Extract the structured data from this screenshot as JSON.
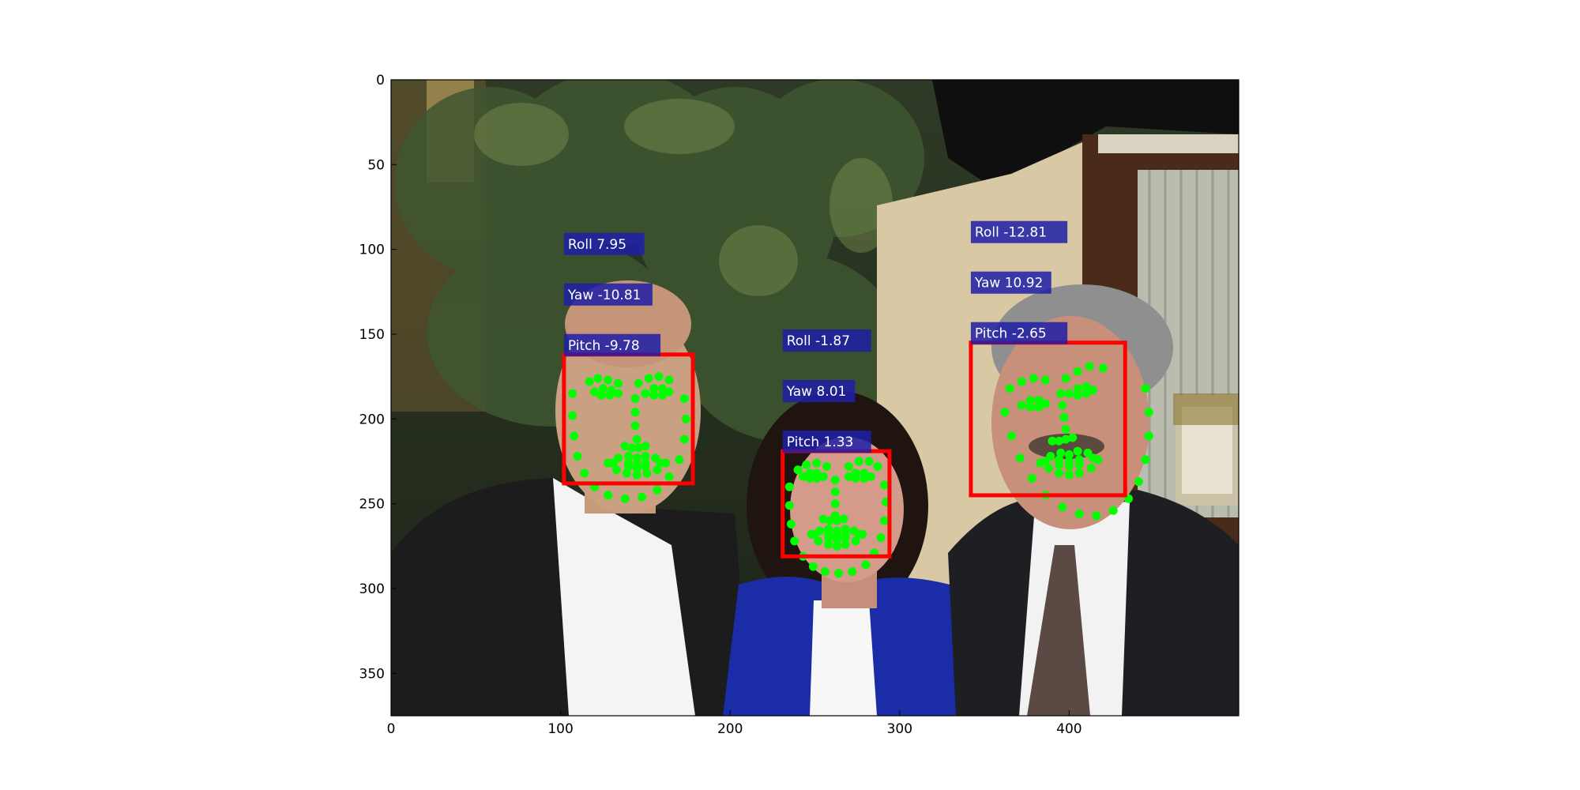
{
  "chart_data": {
    "type": "scatter",
    "title": "",
    "xlabel": "",
    "ylabel": "",
    "xlim": [
      0,
      500
    ],
    "ylim": [
      375,
      0
    ],
    "y_axis_inverted": true,
    "grid": false,
    "xticks": [
      "0",
      "100",
      "200",
      "300",
      "400"
    ],
    "yticks": [
      "0",
      "50",
      "100",
      "150",
      "200",
      "250",
      "300",
      "350"
    ],
    "background": "photo of three people (two men in dark suits, a woman in a blue jacket) in front of foliage and a building entrance",
    "colors": {
      "box": "#ff0000",
      "landmark": "#00ff00",
      "label_bg": "#1f1fa8",
      "label_text": "#ffffff"
    },
    "faces": [
      {
        "box": {
          "x0": 102,
          "y0": 162,
          "x1": 178,
          "y1": 238
        },
        "roll": "Roll 7.95",
        "yaw": "Yaw -10.81",
        "pitch": "Pitch -9.78",
        "landmarks": [
          [
            107,
            185
          ],
          [
            107,
            198
          ],
          [
            108,
            210
          ],
          [
            110,
            222
          ],
          [
            114,
            232
          ],
          [
            120,
            240
          ],
          [
            128,
            245
          ],
          [
            138,
            247
          ],
          [
            148,
            246
          ],
          [
            157,
            242
          ],
          [
            164,
            234
          ],
          [
            170,
            224
          ],
          [
            173,
            212
          ],
          [
            174,
            200
          ],
          [
            173,
            188
          ],
          [
            117,
            178
          ],
          [
            122,
            176
          ],
          [
            128,
            177
          ],
          [
            134,
            179
          ],
          [
            146,
            179
          ],
          [
            152,
            176
          ],
          [
            158,
            175
          ],
          [
            164,
            177
          ],
          [
            144,
            188
          ],
          [
            144,
            196
          ],
          [
            144,
            204
          ],
          [
            145,
            212
          ],
          [
            138,
            216
          ],
          [
            142,
            217
          ],
          [
            146,
            217
          ],
          [
            150,
            216
          ],
          [
            120,
            184
          ],
          [
            125,
            182
          ],
          [
            130,
            183
          ],
          [
            134,
            185
          ],
          [
            129,
            186
          ],
          [
            124,
            186
          ],
          [
            150,
            185
          ],
          [
            155,
            182
          ],
          [
            160,
            182
          ],
          [
            164,
            184
          ],
          [
            160,
            186
          ],
          [
            155,
            186
          ],
          [
            128,
            226
          ],
          [
            134,
            223
          ],
          [
            140,
            222
          ],
          [
            145,
            223
          ],
          [
            150,
            222
          ],
          [
            156,
            223
          ],
          [
            162,
            226
          ],
          [
            157,
            230
          ],
          [
            151,
            232
          ],
          [
            145,
            233
          ],
          [
            139,
            232
          ],
          [
            133,
            230
          ],
          [
            131,
            226
          ],
          [
            140,
            226
          ],
          [
            145,
            227
          ],
          [
            150,
            226
          ],
          [
            159,
            226
          ],
          [
            150,
            228
          ],
          [
            145,
            229
          ],
          [
            140,
            228
          ]
        ]
      },
      {
        "box": {
          "x0": 231,
          "y0": 219,
          "x1": 294,
          "y1": 281
        },
        "roll": "Roll -1.87",
        "yaw": "Yaw 8.01",
        "pitch": "Pitch 1.33",
        "landmarks": [
          [
            235,
            240
          ],
          [
            235,
            251
          ],
          [
            236,
            262
          ],
          [
            238,
            272
          ],
          [
            243,
            281
          ],
          [
            249,
            287
          ],
          [
            256,
            290
          ],
          [
            264,
            291
          ],
          [
            272,
            290
          ],
          [
            280,
            286
          ],
          [
            285,
            279
          ],
          [
            289,
            270
          ],
          [
            291,
            260
          ],
          [
            292,
            249
          ],
          [
            291,
            239
          ],
          [
            240,
            230
          ],
          [
            245,
            227
          ],
          [
            251,
            226
          ],
          [
            257,
            228
          ],
          [
            270,
            228
          ],
          [
            276,
            225
          ],
          [
            282,
            225
          ],
          [
            287,
            228
          ],
          [
            262,
            236
          ],
          [
            262,
            243
          ],
          [
            262,
            250
          ],
          [
            262,
            257
          ],
          [
            255,
            259
          ],
          [
            259,
            260
          ],
          [
            263,
            260
          ],
          [
            267,
            259
          ],
          [
            243,
            234
          ],
          [
            247,
            232
          ],
          [
            251,
            232
          ],
          [
            255,
            234
          ],
          [
            251,
            235
          ],
          [
            247,
            235
          ],
          [
            270,
            234
          ],
          [
            274,
            232
          ],
          [
            279,
            232
          ],
          [
            283,
            234
          ],
          [
            279,
            235
          ],
          [
            274,
            235
          ],
          [
            248,
            268
          ],
          [
            253,
            266
          ],
          [
            258,
            265
          ],
          [
            263,
            266
          ],
          [
            268,
            265
          ],
          [
            273,
            266
          ],
          [
            278,
            268
          ],
          [
            274,
            272
          ],
          [
            268,
            274
          ],
          [
            263,
            275
          ],
          [
            258,
            274
          ],
          [
            252,
            272
          ],
          [
            250,
            268
          ],
          [
            258,
            268
          ],
          [
            263,
            269
          ],
          [
            268,
            268
          ],
          [
            276,
            268
          ],
          [
            268,
            270
          ],
          [
            263,
            271
          ],
          [
            258,
            270
          ]
        ]
      },
      {
        "box": {
          "x0": 342,
          "y0": 155,
          "x1": 433,
          "y1": 245
        },
        "roll": "Roll -12.81",
        "yaw": "Yaw 10.92",
        "pitch": "Pitch -2.65",
        "landmarks": [
          [
            362,
            196
          ],
          [
            366,
            210
          ],
          [
            371,
            223
          ],
          [
            378,
            235
          ],
          [
            386,
            245
          ],
          [
            396,
            252
          ],
          [
            406,
            256
          ],
          [
            416,
            257
          ],
          [
            426,
            254
          ],
          [
            435,
            247
          ],
          [
            441,
            237
          ],
          [
            445,
            224
          ],
          [
            447,
            210
          ],
          [
            447,
            196
          ],
          [
            445,
            182
          ],
          [
            365,
            182
          ],
          [
            372,
            178
          ],
          [
            379,
            176
          ],
          [
            386,
            177
          ],
          [
            398,
            176
          ],
          [
            405,
            172
          ],
          [
            412,
            169
          ],
          [
            420,
            170
          ],
          [
            395,
            185
          ],
          [
            396,
            192
          ],
          [
            397,
            199
          ],
          [
            398,
            206
          ],
          [
            390,
            213
          ],
          [
            394,
            213
          ],
          [
            398,
            212
          ],
          [
            402,
            211
          ],
          [
            372,
            192
          ],
          [
            377,
            189
          ],
          [
            382,
            189
          ],
          [
            386,
            191
          ],
          [
            382,
            193
          ],
          [
            377,
            193
          ],
          [
            400,
            185
          ],
          [
            405,
            182
          ],
          [
            410,
            181
          ],
          [
            414,
            183
          ],
          [
            410,
            185
          ],
          [
            405,
            186
          ],
          [
            383,
            226
          ],
          [
            389,
            222
          ],
          [
            395,
            220
          ],
          [
            400,
            221
          ],
          [
            405,
            219
          ],
          [
            411,
            220
          ],
          [
            417,
            224
          ],
          [
            413,
            229
          ],
          [
            406,
            232
          ],
          [
            400,
            233
          ],
          [
            394,
            232
          ],
          [
            388,
            229
          ],
          [
            386,
            225
          ],
          [
            394,
            224
          ],
          [
            400,
            225
          ],
          [
            406,
            224
          ],
          [
            414,
            223
          ],
          [
            406,
            227
          ],
          [
            400,
            228
          ],
          [
            394,
            227
          ]
        ]
      }
    ]
  }
}
